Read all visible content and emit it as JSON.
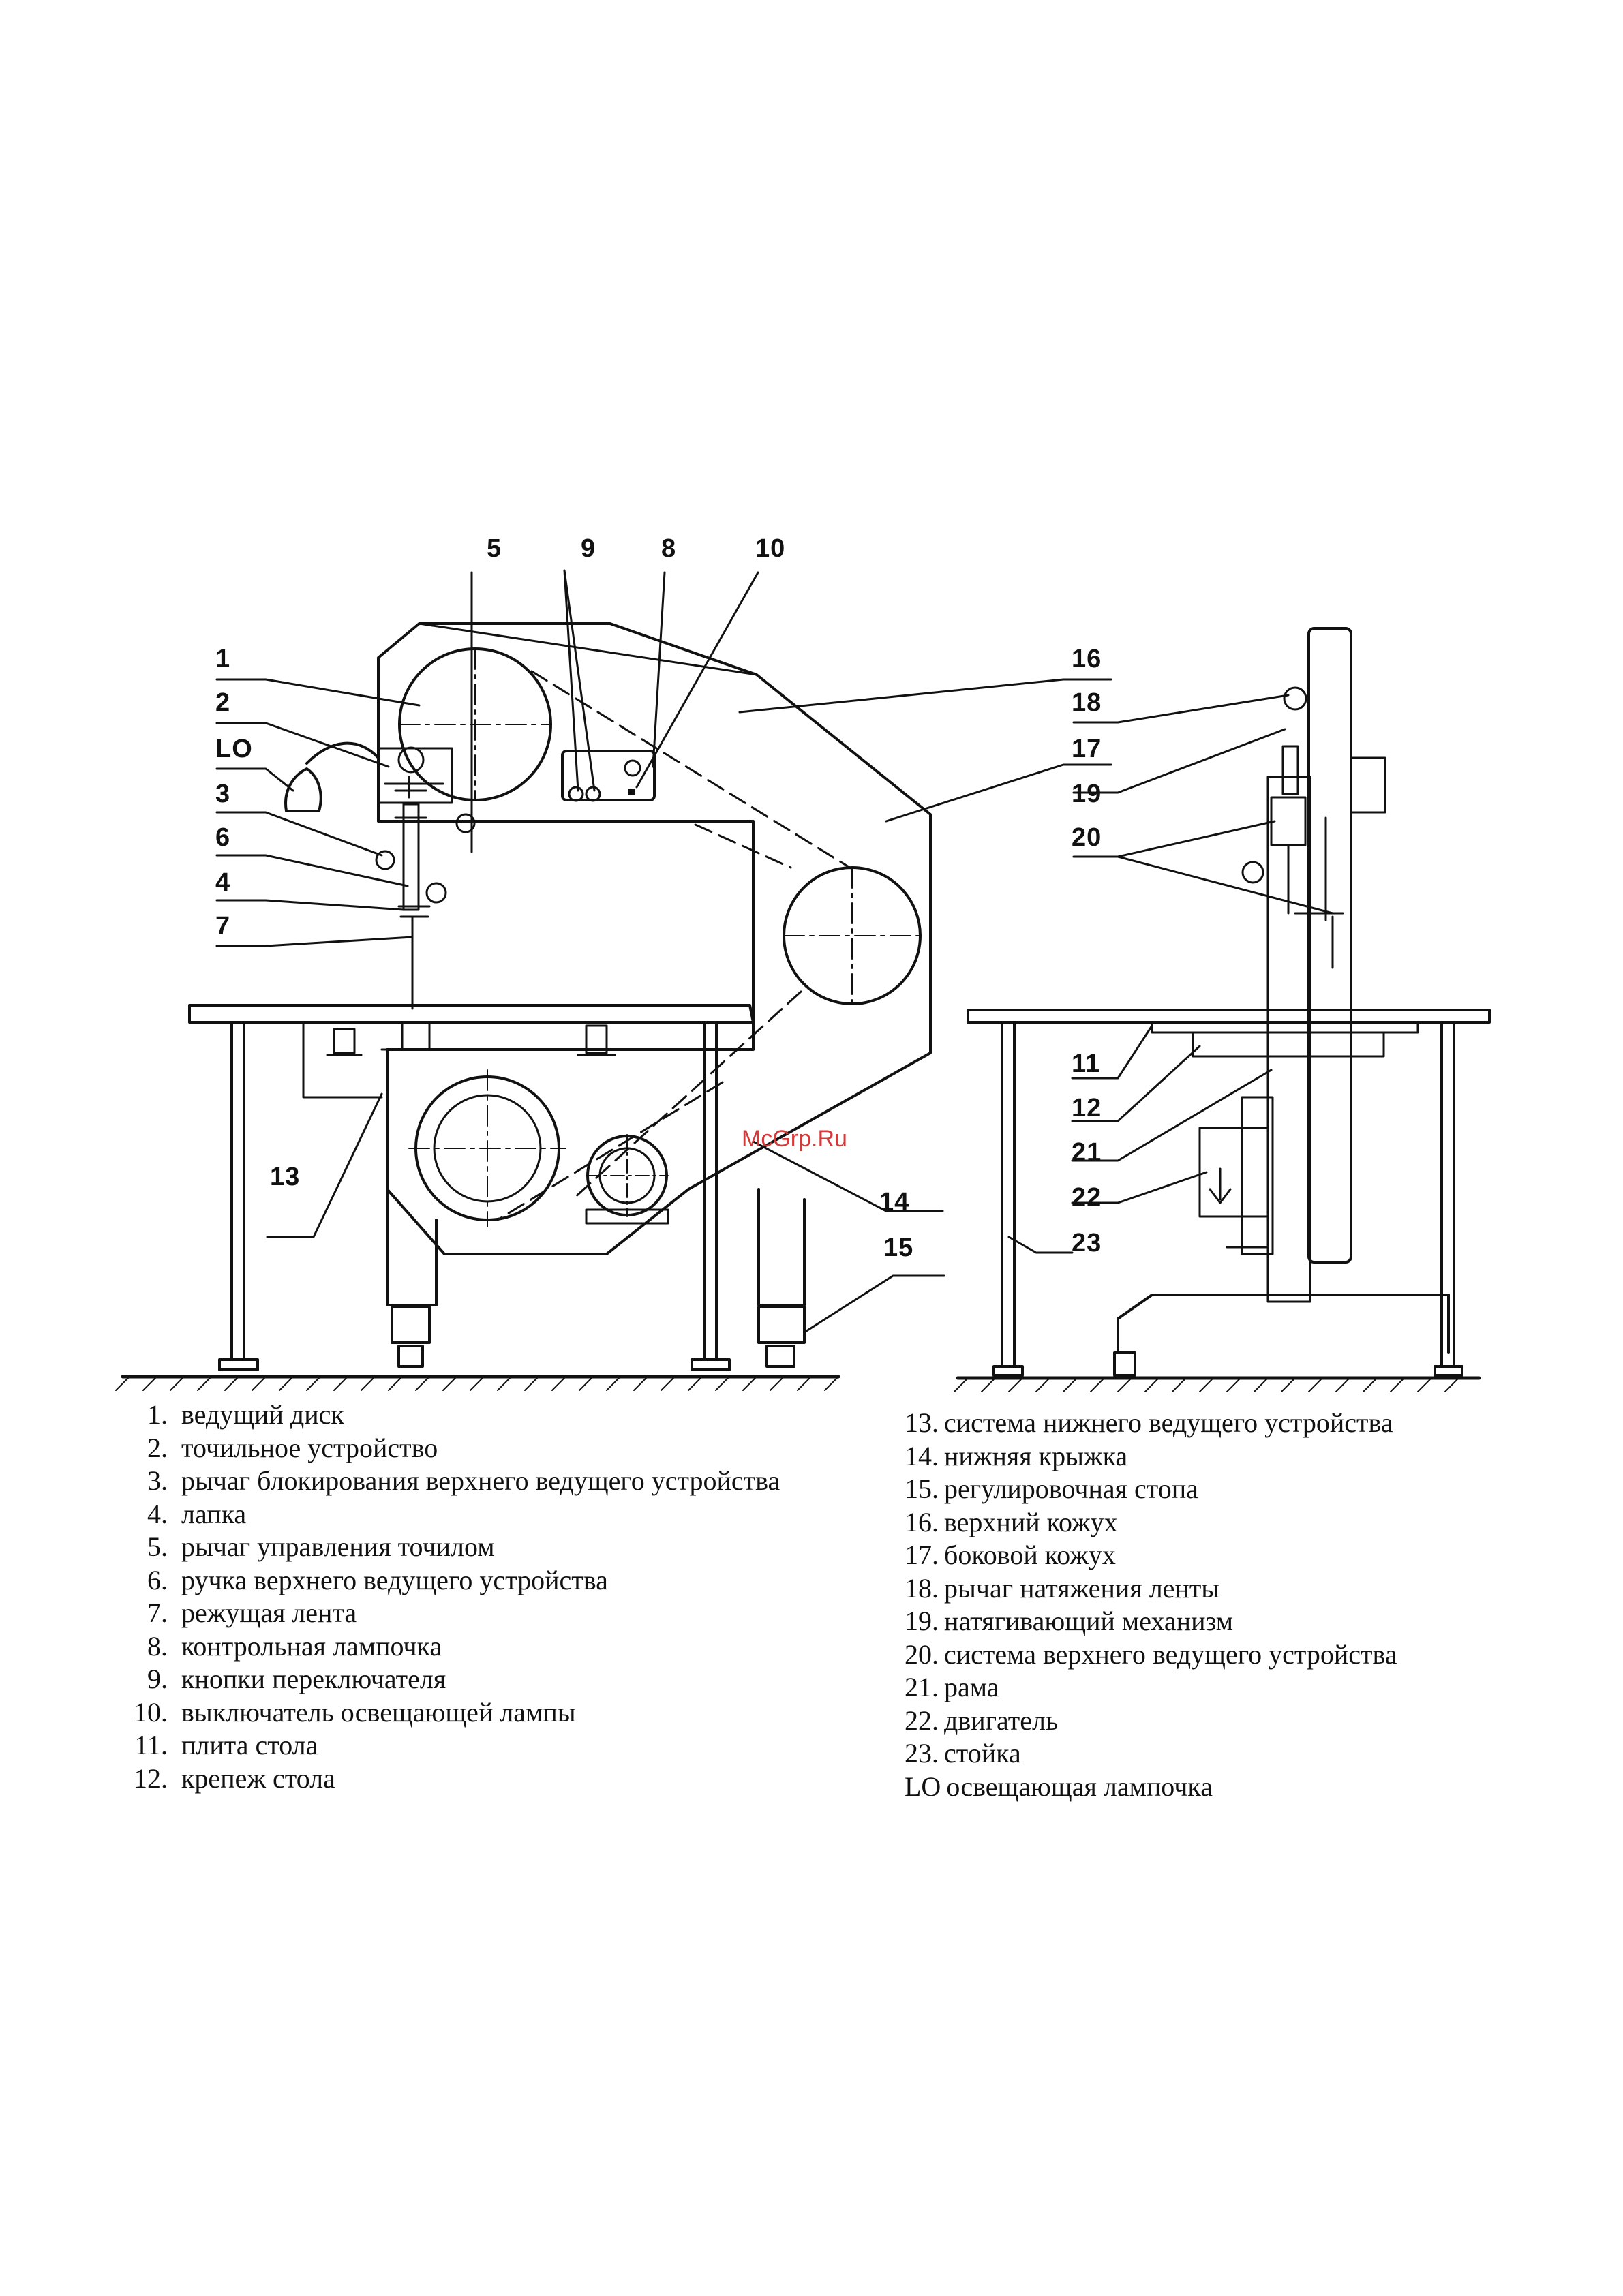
{
  "callouts": {
    "c5": "5",
    "c9": "9",
    "c8": "8",
    "c10": "10",
    "c1": "1",
    "c2": "2",
    "cLO": "LO",
    "c3": "3",
    "c6": "6",
    "c4": "4",
    "c7": "7",
    "c16": "16",
    "c18": "18",
    "c17": "17",
    "c19": "19",
    "c20": "20",
    "c11": "11",
    "c12": "12",
    "c21": "21",
    "c22": "22",
    "c23": "23",
    "c13": "13",
    "c14": "14",
    "c15": "15"
  },
  "watermark": "McGrp.Ru",
  "legend_left": [
    {
      "num": "1.",
      "text": "ведущий диск"
    },
    {
      "num": "2.",
      "text": "точильное устройство"
    },
    {
      "num": "3.",
      "text": "рычаг блокирования верхнего ведущего устройства"
    },
    {
      "num": "4.",
      "text": "лапка"
    },
    {
      "num": "5.",
      "text": "рычаг управления точилом"
    },
    {
      "num": "6.",
      "text": "ручка верхнего ведущего устройства"
    },
    {
      "num": "7.",
      "text": "режущая лента"
    },
    {
      "num": "8.",
      "text": "контрольная лампочка"
    },
    {
      "num": "9.",
      "text": "кнопки переключателя"
    },
    {
      "num": "10.",
      "text": "выключатель освещающей лампы"
    },
    {
      "num": "11.",
      "text": "плита стола"
    },
    {
      "num": "12.",
      "text": "крепеж стола"
    }
  ],
  "legend_right": [
    {
      "num": "13.",
      "text": "система нижнего ведущего устройства"
    },
    {
      "num": "14.",
      "text": "нижняя крыжка"
    },
    {
      "num": "15.",
      "text": "регулировочная стопа"
    },
    {
      "num": "16.",
      "text": "верхний кожух"
    },
    {
      "num": "17.",
      "text": "боковой кожух"
    },
    {
      "num": "18.",
      "text": "рычаг натяжения ленты"
    },
    {
      "num": "19.",
      "text": "натягивающий  механизм"
    },
    {
      "num": "20.",
      "text": "система верхнего ведущего устройства"
    },
    {
      "num": "21.",
      "text": "рама"
    },
    {
      "num": "22.",
      "text": "двигатель"
    },
    {
      "num": "23.",
      "text": "стойка"
    },
    {
      "num": "LO",
      "text": "освещающая лампочка"
    }
  ]
}
